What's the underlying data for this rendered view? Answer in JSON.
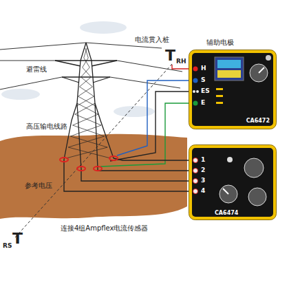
{
  "diagram": {
    "nodes": [
      {
        "text": [
          "CA6472"
        ]
      },
      {
        "text": [
          "CA6474"
        ]
      }
    ],
    "labels": [
      "避雷线",
      "高压输电线路",
      "电流贯入桩",
      "T",
      "RH",
      "辅助电极",
      "H",
      "S",
      "ES",
      "E",
      "参考电压",
      "T",
      "RS",
      "连接4组Ampflex电流传感器",
      "1",
      "2",
      "3",
      "4"
    ]
  }
}
